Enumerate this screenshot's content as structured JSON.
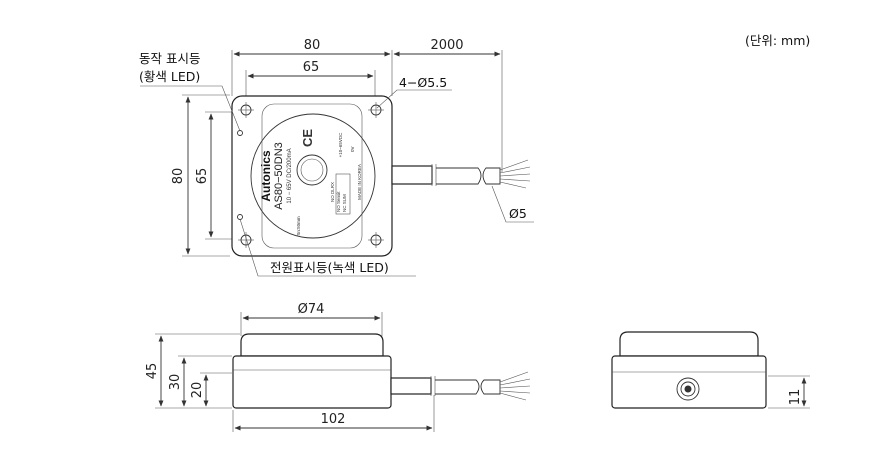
{
  "unit_label": "(단위: mm)",
  "callouts": {
    "op_led_line1": "동작 표시등",
    "op_led_line2": "(황색 LED)",
    "power_led": "전원표시등(녹색 LED)"
  },
  "dimensions": {
    "width_80": "80",
    "cable_2000": "2000",
    "hole_65": "65",
    "holes": "4−Ø5.5",
    "height_80": "80",
    "height_65": "65",
    "cable_dia": "Ø5",
    "dia_74": "Ø74",
    "h45": "45",
    "h30": "30",
    "h20": "20",
    "len_102": "102",
    "h11": "11"
  },
  "sensor_face": {
    "brand": "Autonics",
    "model": "AS80−50DN3",
    "spec": "10 − 65V DC/200mA",
    "sn": "Sn:50mm",
    "voltage": "+10~65VDC",
    "origin": "MADE IN KOREA",
    "switch_top": "0V",
    "switch_rows": [
      "NO DLRX",
      "NO Sensit",
      "NC SUM"
    ]
  }
}
